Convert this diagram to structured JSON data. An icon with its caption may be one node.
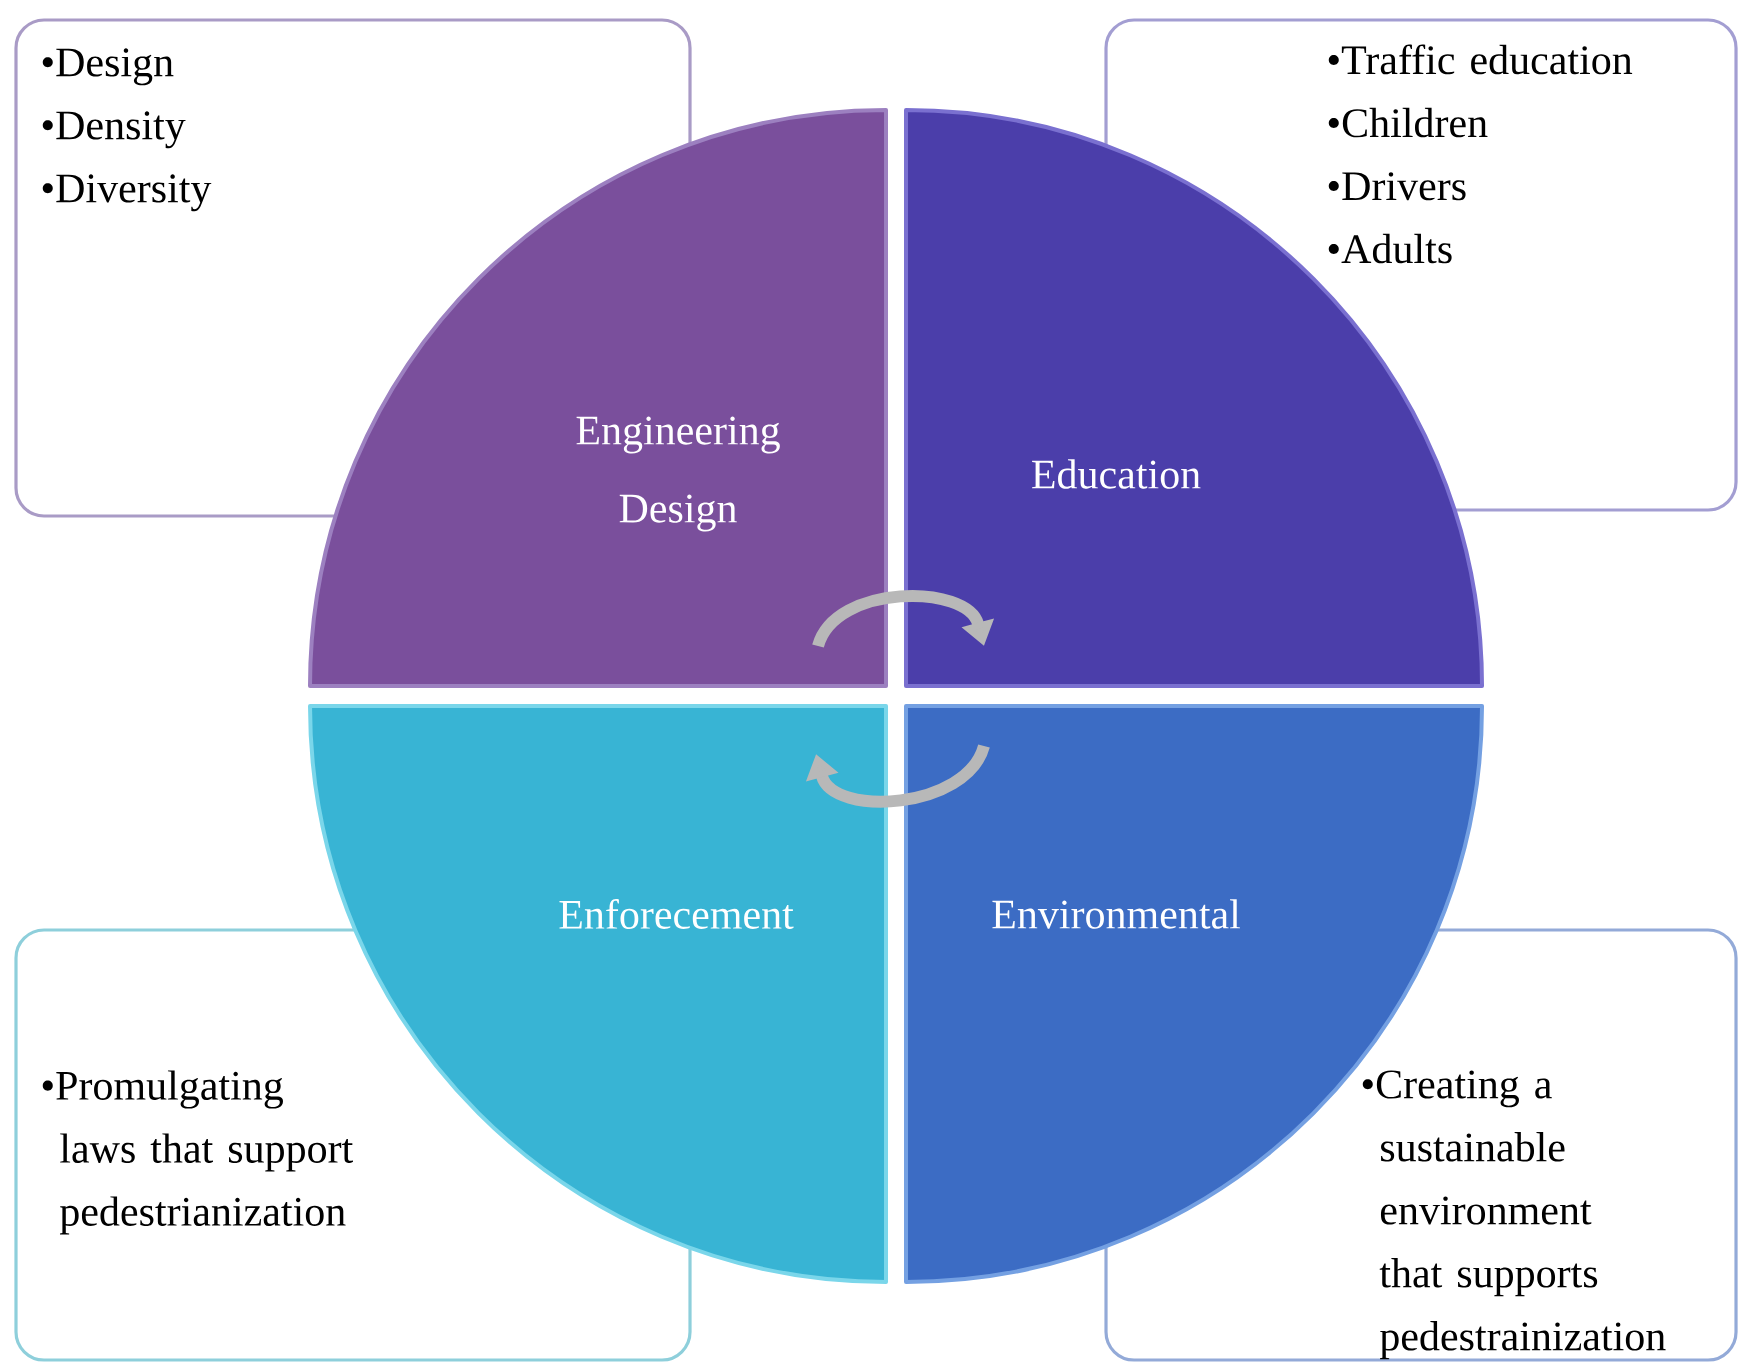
{
  "diagram": {
    "nodes": [
      {
        "text": [
          "•Design",
          "•Density",
          "•Diversity"
        ]
      },
      {
        "text": [
          "•Traffic education",
          "•Children",
          "•Drivers",
          "•Adults"
        ]
      },
      {
        "text": [
          "Engineering Design"
        ]
      },
      {
        "text": [
          "Education"
        ]
      },
      {
        "text": [
          "Enforecement"
        ]
      },
      {
        "text": [
          "Environmental"
        ]
      },
      {
        "text": [
          "•Promulgating laws that support pedestrianization"
        ]
      },
      {
        "text": [
          "•Creating a sustainable environment that supports pedestrainization"
        ]
      }
    ],
    "edges": [
      {
        "from": 2,
        "to": 3,
        "arrow": "to"
      },
      {
        "from": 5,
        "to": 4,
        "arrow": "to"
      }
    ]
  }
}
